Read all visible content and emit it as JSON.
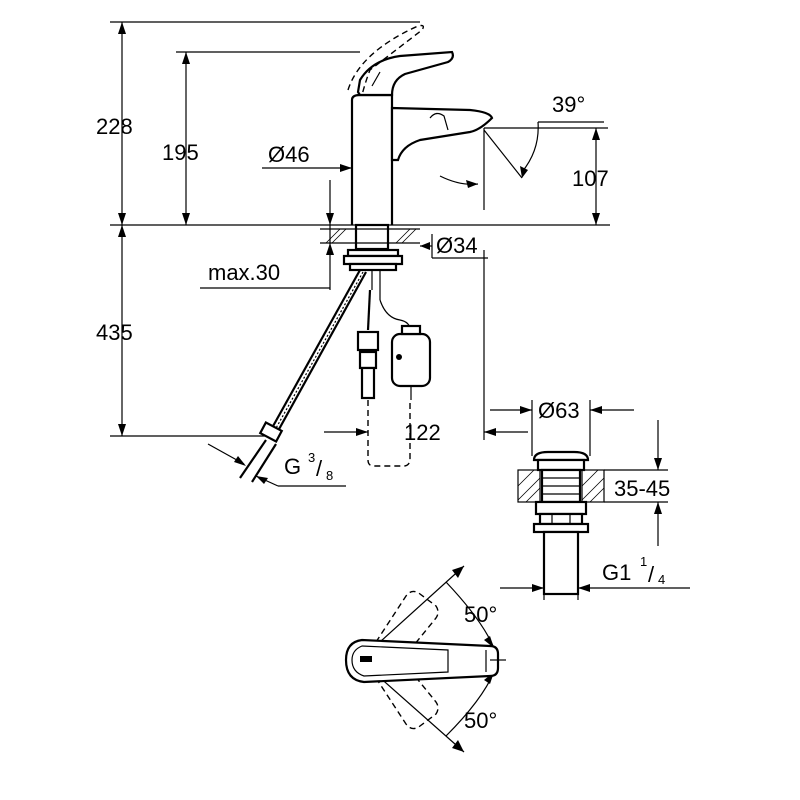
{
  "dimensions": {
    "total_height": "228",
    "spout_height": "195",
    "body_diameter": "Ø46",
    "max_deck": "max.30",
    "under_deck": "435",
    "base_diameter": "Ø34",
    "outlet_height": "107",
    "spout_angle": "39°",
    "reach": "122",
    "waste_diameter": "Ø63",
    "deck_range": "35-45",
    "hose_thread_main": "G",
    "hose_thread_num": "3",
    "hose_thread_den": "8",
    "waste_thread_main": "G1",
    "waste_thread_num": "1",
    "waste_thread_den": "4",
    "swing_top": "50°",
    "swing_bottom": "50°"
  }
}
